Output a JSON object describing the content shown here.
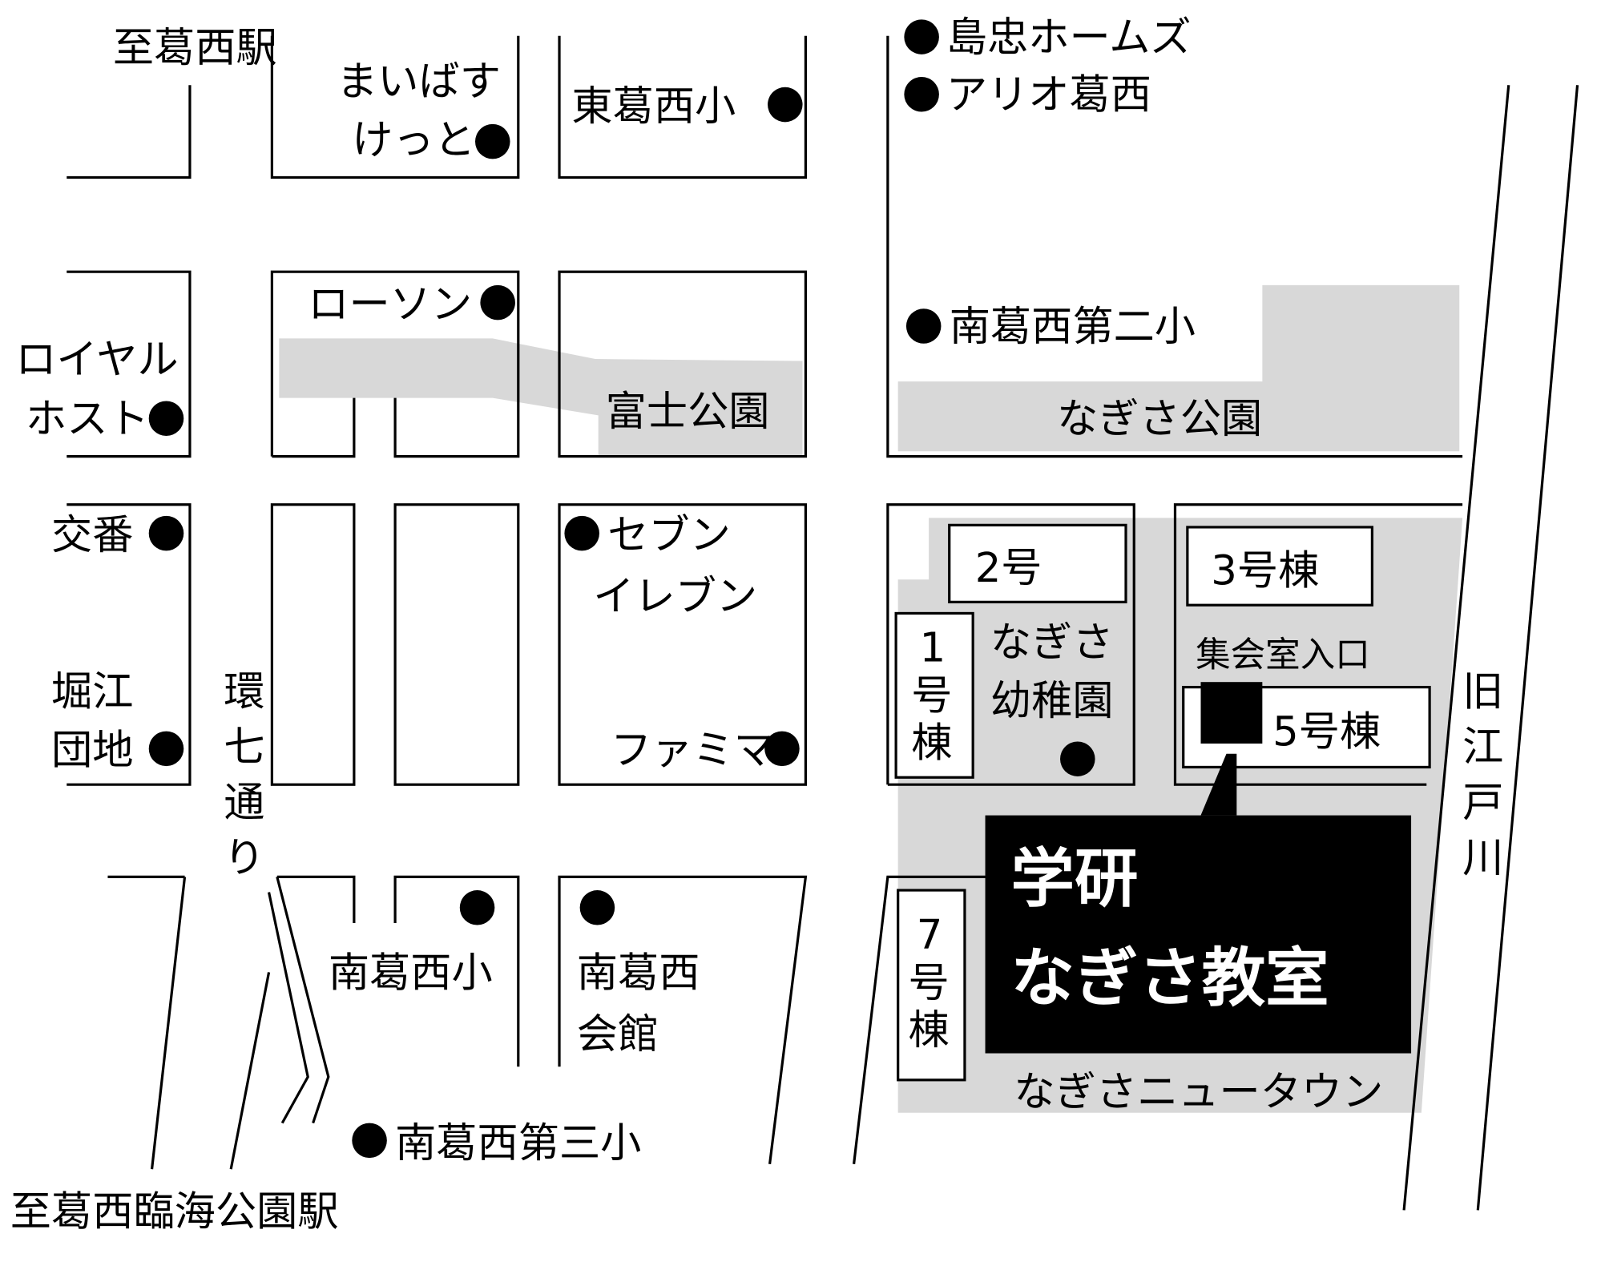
{
  "labels": {
    "to_kasai_station": "至葛西駅",
    "maibasket_1": "まいばす",
    "maibasket_2": "けっと",
    "higashi_kasai_elem": "東葛西小",
    "shimachu": "島忠ホームズ",
    "ario": "アリオ葛西",
    "royal_host_1": "ロイヤル",
    "royal_host_2": "ホスト",
    "lawson": "ローソン",
    "fuji_park": "富士公園",
    "minami_kasai_2": "南葛西第二小",
    "nagisa_park": "なぎさ公園",
    "koban": "交番",
    "seven_1": "セブン",
    "seven_2": "イレブン",
    "horie_1": "堀江",
    "horie_2": "団地",
    "kan7": [
      "環",
      "七",
      "通",
      "り"
    ],
    "familymart": "ファミマ",
    "bldg_2": "2号",
    "bldg_3": "3号棟",
    "bldg_1": [
      "1",
      "号",
      "棟"
    ],
    "kindergarten_1": "なぎさ",
    "kindergarten_2": "幼稚園",
    "meeting_entrance": "集会室入口",
    "bldg_5": "5号棟",
    "river": [
      "旧",
      "江",
      "戸",
      "川"
    ],
    "minami_kasai_elem": "南葛西小",
    "minami_kasai_hall_1": "南葛西",
    "minami_kasai_hall_2": "会館",
    "bldg_7": [
      "7",
      "号",
      "棟"
    ],
    "school_1": "学研",
    "school_2": "なぎさ教室",
    "new_town": "なぎさニュータウン",
    "minami_kasai_3": "南葛西第三小",
    "to_rinkai_station": "至葛西臨海公園駅"
  }
}
